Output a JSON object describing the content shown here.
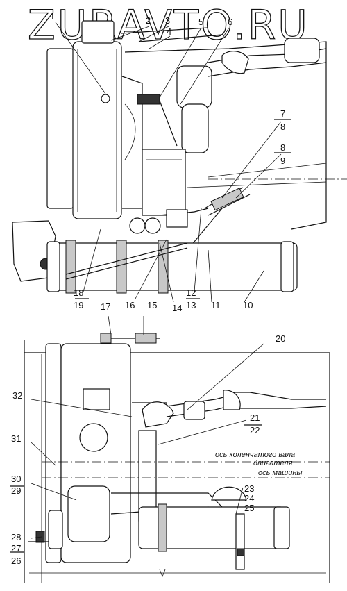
{
  "watermark": "ZURAVTO.RU",
  "callouts_top": [
    "1",
    "2",
    "3",
    "4",
    "5",
    "6",
    "7",
    "8",
    "8",
    "9",
    "18",
    "19",
    "16",
    "14",
    "12",
    "13",
    "11",
    "15",
    "10",
    "17"
  ],
  "callouts_bottom": [
    "20",
    "21",
    "22",
    "32",
    "31",
    "30",
    "29",
    "23",
    "24",
    "25",
    "28",
    "27",
    "26"
  ],
  "axis_crankshaft_line1": "ось коленчатого вала",
  "axis_crankshaft_line2": "двигателя",
  "axis_machine": "ось машины"
}
